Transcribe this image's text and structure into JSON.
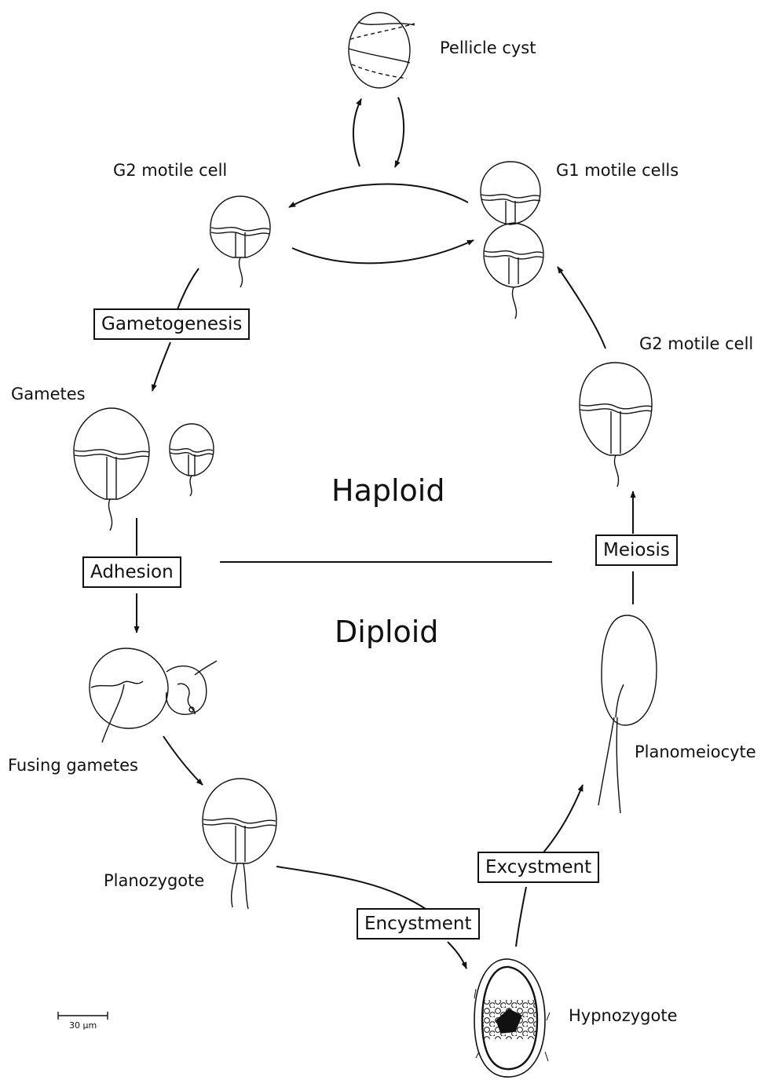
{
  "labels": {
    "pellicle_cyst": "Pellicle cyst",
    "g2_motile_top": "G2 motile cell",
    "g1_motile": "G1 motile cells",
    "g2_motile_right": "G2 motile cell",
    "gametes": "Gametes",
    "fusing_gametes": "Fusing gametes",
    "planozygote": "Planozygote",
    "planomeiocyte": "Planomeiocyte",
    "hypnozygote": "Hypnozygote"
  },
  "processes": {
    "gametogenesis": "Gametogenesis",
    "adhesion": "Adhesion",
    "meiosis": "Meiosis",
    "encystment": "Encystment",
    "excystment": "Excystment"
  },
  "phases": {
    "haploid": "Haploid",
    "diploid": "Diploid"
  },
  "scale_bar": "30 μm"
}
